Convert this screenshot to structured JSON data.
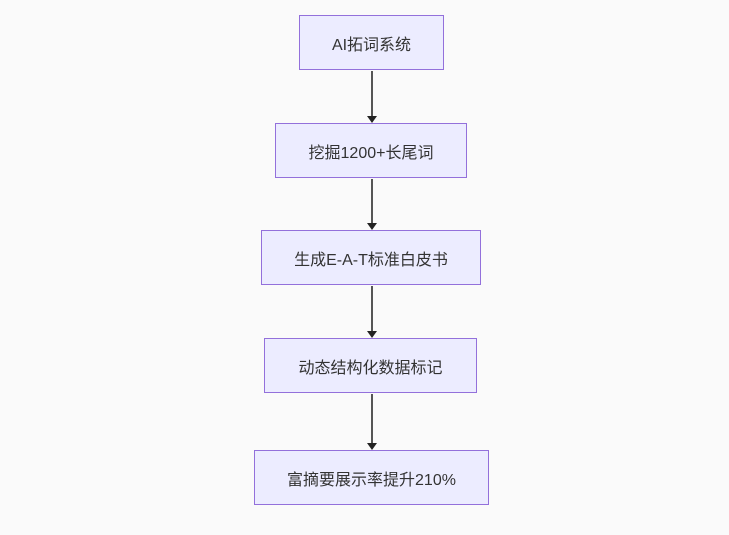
{
  "diagram": {
    "type": "flowchart",
    "direction": "top-down",
    "nodes": [
      {
        "label": "AI拓词系统"
      },
      {
        "label": "挖掘1200+长尾词"
      },
      {
        "label": "生成E-A-T标准白皮书"
      },
      {
        "label": "动态结构化数据标记"
      },
      {
        "label": "富摘要展示率提升210%"
      }
    ],
    "edges": [
      {
        "from": 0,
        "to": 1,
        "style": "arrow"
      },
      {
        "from": 1,
        "to": 2,
        "style": "arrow"
      },
      {
        "from": 2,
        "to": 3,
        "style": "arrow"
      },
      {
        "from": 3,
        "to": 4,
        "style": "arrow"
      }
    ],
    "colors": {
      "background": "#fafafa",
      "node_fill": "#ececff",
      "node_border": "#9370db",
      "text": "#333333",
      "edge_line": "#555555",
      "edge_head": "#222222"
    }
  }
}
